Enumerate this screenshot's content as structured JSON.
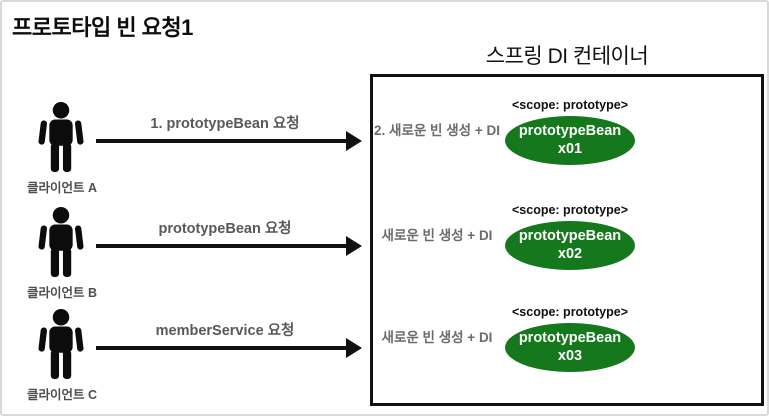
{
  "page": {
    "title": "프로토타입 빈 요청1"
  },
  "container": {
    "title": "스프링 DI 컨테이너"
  },
  "colors": {
    "bean_fill": "#16781c",
    "bean_text": "#ffffff",
    "arrow": "#111111",
    "muted_text": "#595959"
  },
  "rows": [
    {
      "client_label": "클라이언트 A",
      "request_label": "1. prototypeBean 요청",
      "result_label": "2. 새로운 빈 생성 + DI",
      "scope_label": "<scope: prototype>",
      "bean_name": "prototypeBean",
      "bean_instance": "x01"
    },
    {
      "client_label": "클라이언트 B",
      "request_label": "prototypeBean 요청",
      "result_label": "새로운 빈 생성 + DI",
      "scope_label": "<scope: prototype>",
      "bean_name": "prototypeBean",
      "bean_instance": "x02"
    },
    {
      "client_label": "클라이언트 C",
      "request_label": "memberService 요청",
      "result_label": "새로운 빈 생성 + DI",
      "scope_label": "<scope: prototype>",
      "bean_name": "prototypeBean",
      "bean_instance": "x03"
    }
  ]
}
